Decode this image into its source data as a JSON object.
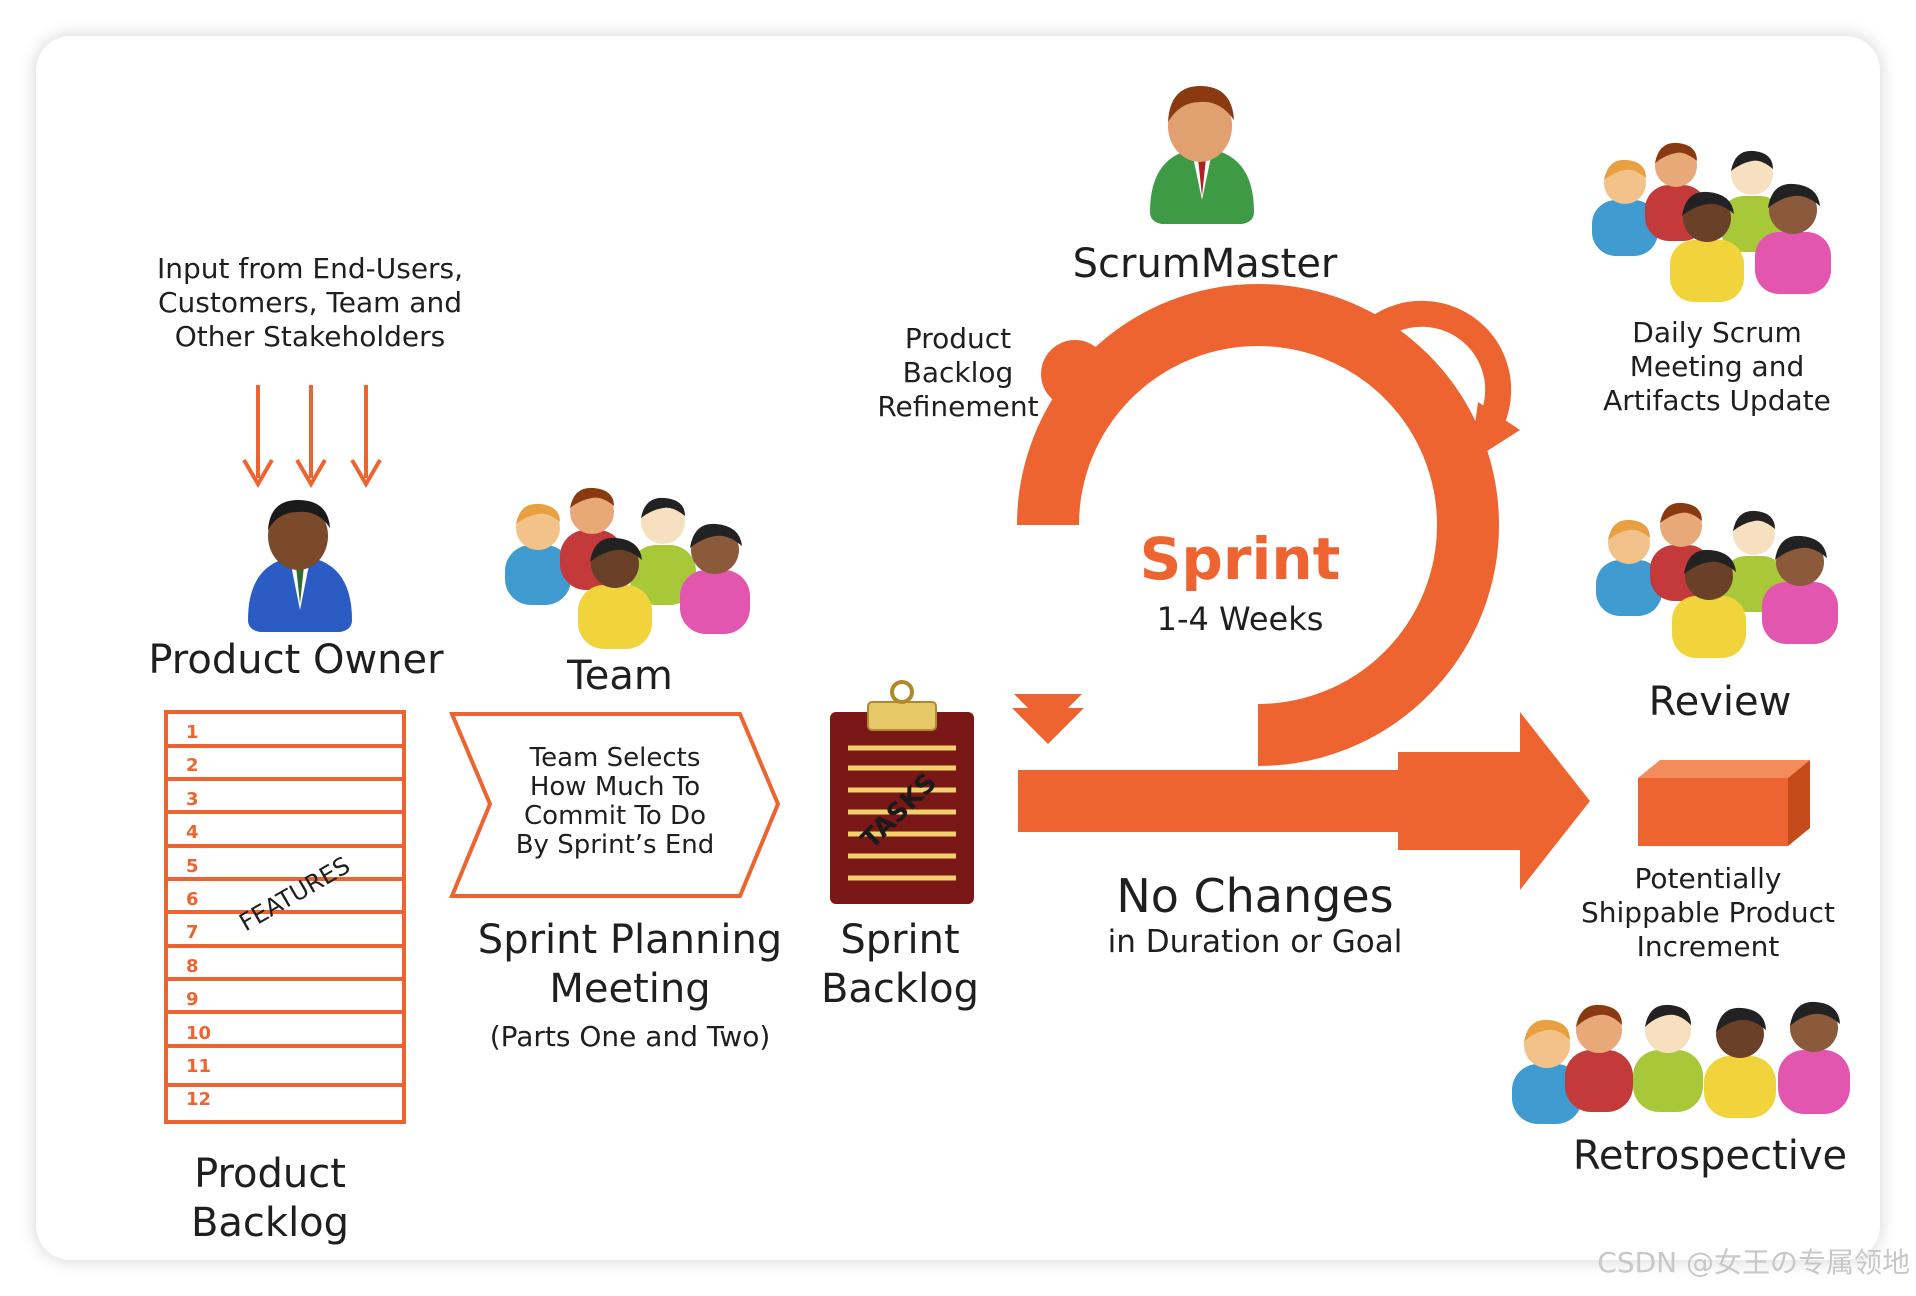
{
  "colors": {
    "accent": "#ee6430",
    "clipboard": "#7a1717",
    "clip_lines": "#f2d06b",
    "product_owner_suit": "#2a5cc4",
    "scrum_master_suit": "#3e9a44"
  },
  "input_text": [
    "Input from End-Users,",
    "Customers, Team and",
    "Other Stakeholders"
  ],
  "product_owner": "Product Owner",
  "team": "Team",
  "scrum_master": "ScrumMaster",
  "backlog_refinement": [
    "Product",
    "Backlog",
    "Refinement"
  ],
  "daily_scrum": [
    "Daily Scrum",
    "Meeting and",
    "Artifacts Update"
  ],
  "sprint": {
    "title": "Sprint",
    "duration": "1-4 Weeks"
  },
  "no_changes": {
    "title": "No Changes",
    "subtitle": "in Duration or Goal"
  },
  "review": "Review",
  "increment": [
    "Potentially",
    "Shippable Product",
    "Increment"
  ],
  "retrospective": "Retrospective",
  "product_backlog": {
    "rows": [
      "1",
      "2",
      "3",
      "4",
      "5",
      "6",
      "7",
      "8",
      "9",
      "10",
      "11",
      "12"
    ],
    "features_label": "FEATURES",
    "title": [
      "Product",
      "Backlog"
    ]
  },
  "planning_arrow_text": [
    "Team Selects",
    "How Much To",
    "Commit To Do",
    "By Sprint’s End"
  ],
  "sprint_planning": {
    "title": [
      "Sprint Planning",
      "Meeting"
    ],
    "subtitle": "(Parts One and Two)"
  },
  "sprint_backlog": {
    "tasks_label": "TASKS",
    "title": [
      "Sprint",
      "Backlog"
    ]
  },
  "watermark": "CSDN @女王の专属领地",
  "icons": [
    "product-owner-icon",
    "scrum-master-icon",
    "team-icon",
    "daily-scrum-team-icon",
    "review-team-icon",
    "retrospective-team-icon",
    "increment-box-icon",
    "clipboard-icon"
  ]
}
